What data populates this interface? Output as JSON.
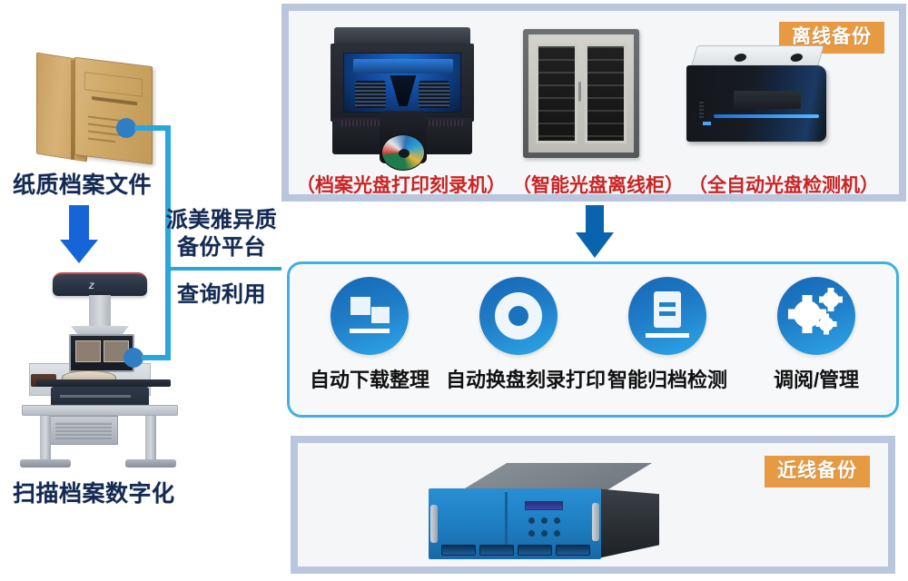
{
  "left": {
    "paper_archive_label": "纸质档案文件",
    "scan_digitize_label": "扫描档案数字化",
    "platform_name": "派美雅异质\n备份平台",
    "platform_name_line1": "派美雅异质",
    "platform_name_line2": "备份平台",
    "query_use_label": "查询利用"
  },
  "offline_panel": {
    "badge": "离线备份",
    "devices": [
      {
        "icon": "disc-publisher-icon",
        "label": "（档案光盘打印刻录机）"
      },
      {
        "icon": "disc-cabinet-icon",
        "label": "（智能光盘离线柜）"
      },
      {
        "icon": "disc-checker-icon",
        "label": "（全自动光盘检测机）"
      }
    ]
  },
  "features_panel": {
    "items": [
      {
        "icon": "files-icon",
        "label": "自动下载整理"
      },
      {
        "icon": "disc-icon",
        "label": "自动换盘刻录打印"
      },
      {
        "icon": "document-icon",
        "label": "智能归档检测"
      },
      {
        "icon": "gears-icon",
        "label": "调阅/管理"
      }
    ]
  },
  "nearline_panel": {
    "badge": "近线备份",
    "device_icon": "optical-library-icon"
  },
  "colors": {
    "navy_text": "#142a52",
    "red_label": "#cc2323",
    "orange_badge": "#e89a43",
    "cyan_connector": "#2aa6dc",
    "blue_arrow_left": "#1565d8",
    "blue_arrow_flow": "#0a63ad",
    "panel_border": "#b9c6dd",
    "feature_border": "#3fb0e5"
  }
}
